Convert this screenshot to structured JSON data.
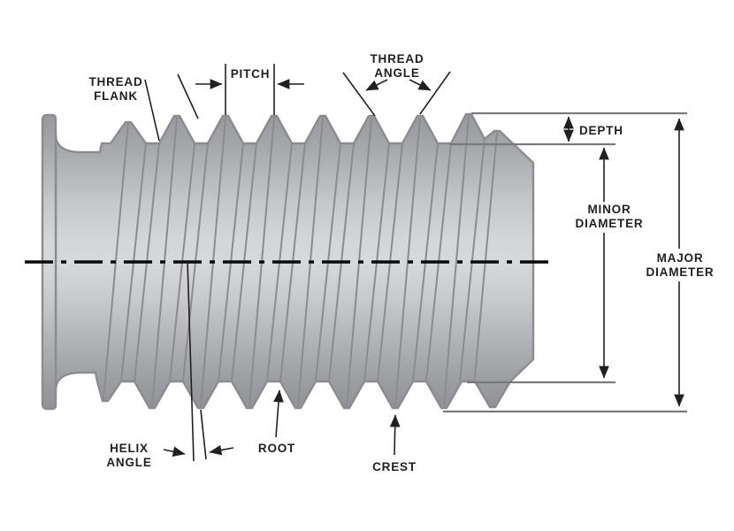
{
  "colors": {
    "background": "#ffffff",
    "metal_highlight": "#d7d8da",
    "metal_shadow": "#8f9194",
    "outline": "#8a8c8f",
    "extension_line": "#77797c",
    "annotation": "#231f20"
  },
  "labels": {
    "thread_flank": {
      "line1": "THREAD",
      "line2": "FLANK"
    },
    "pitch": {
      "text": "PITCH"
    },
    "thread_angle": {
      "line1": "THREAD",
      "line2": "ANGLE"
    },
    "depth": {
      "text": "DEPTH"
    },
    "minor_diameter": {
      "line1": "MINOR",
      "line2": "DIAMETER"
    },
    "major_diameter": {
      "line1": "MAJOR",
      "line2": "DIAMETER"
    },
    "helix_angle": {
      "line1": "HELIX",
      "line2": "ANGLE"
    },
    "root": {
      "text": "ROOT"
    },
    "crest": {
      "text": "CREST"
    }
  }
}
